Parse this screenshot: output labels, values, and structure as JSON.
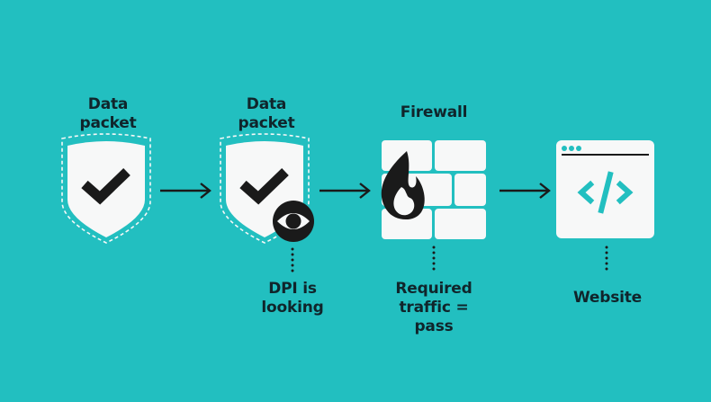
{
  "colors": {
    "background": "#22bfc0",
    "ink": "#1a1a1a",
    "panel": "#f7f8f8",
    "accent": "#22bfc0"
  },
  "nodes": [
    {
      "id": "packet-1",
      "title_line1": "Data",
      "title_line2": "packet",
      "icon": "shield-check-icon"
    },
    {
      "id": "packet-2",
      "title_line1": "Data",
      "title_line2": "packet",
      "icon": "shield-check-icon",
      "badge_icon": "eye-icon",
      "caption_line1": "DPI is",
      "caption_line2": "looking"
    },
    {
      "id": "firewall",
      "title": "Firewall",
      "icon": "firewall-flame-icon",
      "caption_line1": "Required",
      "caption_line2": "traffic = pass"
    },
    {
      "id": "website",
      "icon": "browser-code-icon",
      "caption": "Website"
    }
  ],
  "edges": [
    {
      "from": "packet-1",
      "to": "packet-2",
      "icon": "arrow-right-icon"
    },
    {
      "from": "packet-2",
      "to": "firewall",
      "icon": "arrow-right-icon"
    },
    {
      "from": "firewall",
      "to": "website",
      "icon": "arrow-right-icon"
    }
  ]
}
